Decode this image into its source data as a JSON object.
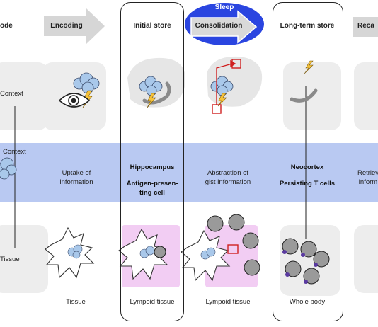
{
  "header": {
    "col0": "ode",
    "col1": "Encoding",
    "col2": "Initial store",
    "sleep": "Sleep",
    "col3": "Consolidation",
    "col4": "Long-term store",
    "col5": "Reca"
  },
  "top_row": {
    "context_label": "Context"
  },
  "band": {
    "left_label": "Context",
    "uptake": [
      "Uptake of",
      "information"
    ],
    "hippocampus": "Hippocampus",
    "apc": [
      "Antigen-presen-",
      "ting cell"
    ],
    "abstraction": [
      "Abstraction of",
      "gist information"
    ],
    "neocortex": "Neocortex",
    "persisting": "Persisting T cells",
    "retrieval": [
      "Retriev",
      "inform"
    ]
  },
  "bottom_row": {
    "tissue_left": "Tissue"
  },
  "footer": {
    "tissue": "Tissue",
    "lymphoid1": "Lympoid tissue",
    "lymphoid2": "Lympoid tissue",
    "whole_body": "Whole body"
  },
  "colors": {
    "band": "#b9c9f2",
    "sleep_ellipse": "#2a45e0",
    "arrow_fill": "#d6d6d6",
    "lymphoid_pink": "#f2cdf3",
    "cloud_blue": "#a9c8ea",
    "lightning": "#f5c23a",
    "highlight_red": "#d02020",
    "tcell_purple": "#5a3aa0"
  }
}
